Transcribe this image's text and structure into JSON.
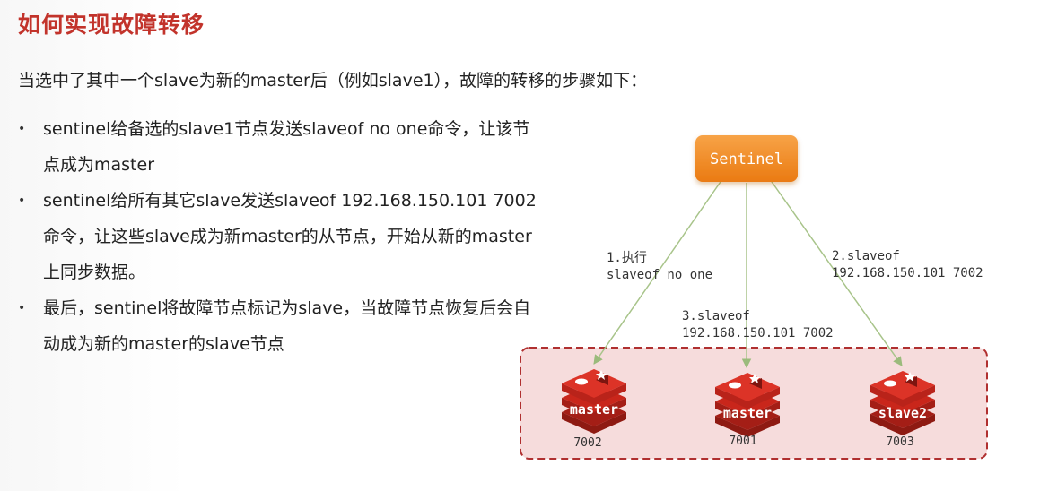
{
  "title": "如何实现故障转移",
  "intro": "当选中了其中一个slave为新的master后（例如slave1），故障的转移的步骤如下：",
  "bullets": [
    {
      "line1": "sentinel给备选的slave1节点发送slaveof no one命令，让该节",
      "line2": "点成为master"
    },
    {
      "line1": "sentinel给所有其它slave发送slaveof 192.168.150.101 7002",
      "line2": "命令，让这些slave成为新master的从节点，开始从新的master",
      "line3": "上同步数据。"
    },
    {
      "line1": "最后，sentinel将故障节点标记为slave，当故障节点恢复后会自",
      "line2": "动成为新的master的slave节点"
    }
  ],
  "diagram": {
    "sentinel_label": "Sentinel",
    "step1_line1": "1.执行",
    "step1_line2": "slaveof no one",
    "step2_line1": "2.slaveof",
    "step2_line2": "192.168.150.101 7002",
    "step3_line1": "3.slaveof",
    "step3_line2": "192.168.150.101 7002",
    "nodes": [
      {
        "label": "master",
        "port": "7002"
      },
      {
        "label": "master",
        "port": "7001"
      },
      {
        "label": "slave2",
        "port": "7003"
      }
    ],
    "colors": {
      "title_red": "#c2332b",
      "sentinel_orange": "#f28a1e",
      "redis_red": "#d82c20",
      "cluster_border": "#b03030",
      "cluster_fill": "#f6dcdc",
      "arrow_green": "#a8c48a"
    }
  }
}
